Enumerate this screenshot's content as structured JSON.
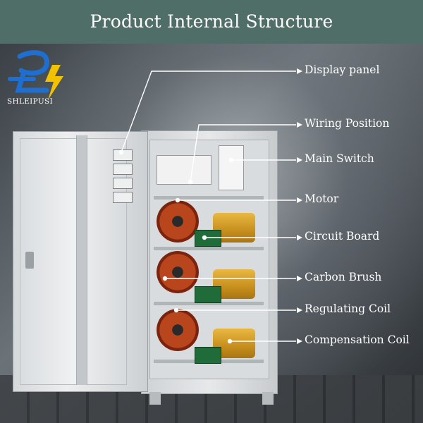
{
  "header": {
    "title": "Product Internal Structure"
  },
  "brand": {
    "name": "SHLEIPUSI"
  },
  "labels": [
    {
      "id": "display-panel",
      "text": "Display panel"
    },
    {
      "id": "wiring-position",
      "text": "Wiring Position"
    },
    {
      "id": "main-switch",
      "text": "Main Switch"
    },
    {
      "id": "motor",
      "text": "Motor"
    },
    {
      "id": "circuit-board",
      "text": "Circuit Board"
    },
    {
      "id": "carbon-brush",
      "text": "Carbon Brush"
    },
    {
      "id": "regulating-coil",
      "text": "Regulating Coil"
    },
    {
      "id": "compensation-coil",
      "text": "Compensation Coil"
    }
  ],
  "colors": {
    "header_bg": "#4f6e67",
    "label_text": "#ffffff",
    "leader_line": "#ffffff",
    "logo_blue": "#1f6fd0",
    "logo_yellow": "#f2c200"
  },
  "icons": {
    "logo": "plug-lightning-logo"
  }
}
